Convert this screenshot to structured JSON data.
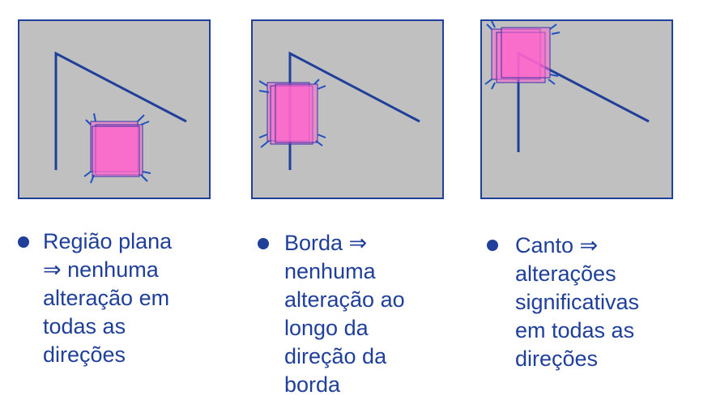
{
  "panels": [
    {
      "id": "flat",
      "caption": [
        "Região plana",
        "⇒ nenhuma",
        "alteração em",
        "todas as",
        "direções"
      ]
    },
    {
      "id": "edge",
      "caption": [
        "Borda ⇒",
        "nenhuma",
        "alteração ao",
        "longo da",
        "direção da",
        "borda"
      ]
    },
    {
      "id": "corner",
      "caption": [
        "Canto ⇒",
        "alterações",
        "significativas",
        "em todas as",
        "direções"
      ]
    }
  ],
  "colors": {
    "panel_bg": "#c0c0c0",
    "line": "#1f3f9a",
    "window": "#ff66cc",
    "text": "#1f3f9a"
  }
}
